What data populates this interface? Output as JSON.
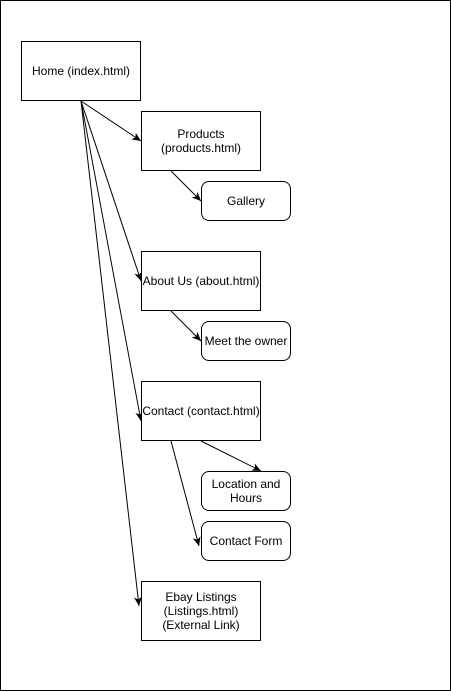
{
  "diagram": {
    "nodes": {
      "home": "Home (index.html)",
      "products": "Products\n(products.html)",
      "gallery": "Gallery",
      "about": "About Us (about.html)",
      "meet_owner": "Meet the owner",
      "contact": "Contact (contact.html)",
      "location_hours": "Location and\nHours",
      "contact_form": "Contact Form",
      "ebay": "Ebay Listings\n(Listings.html)\n(External Link)"
    },
    "edges": [
      {
        "from": "home",
        "to": "products"
      },
      {
        "from": "home",
        "to": "about"
      },
      {
        "from": "home",
        "to": "contact"
      },
      {
        "from": "home",
        "to": "ebay"
      },
      {
        "from": "products",
        "to": "gallery"
      },
      {
        "from": "about",
        "to": "meet_owner"
      },
      {
        "from": "contact",
        "to": "location_hours"
      },
      {
        "from": "contact",
        "to": "contact_form"
      }
    ],
    "colors": {
      "stroke": "#000000",
      "fill": "#ffffff",
      "text": "#000000"
    }
  }
}
